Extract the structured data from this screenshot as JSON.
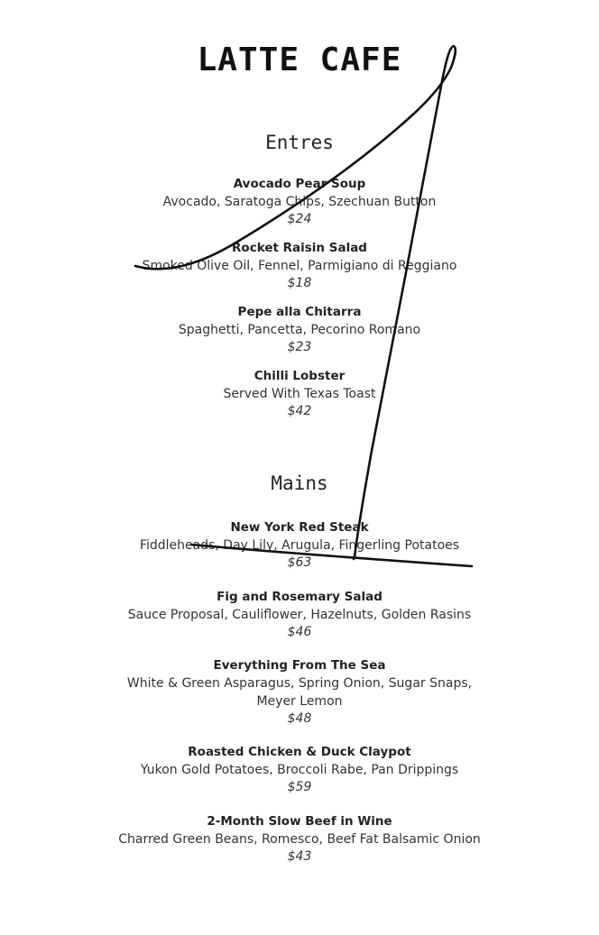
{
  "menu": {
    "title": "LATTE CAFE",
    "sections": [
      {
        "heading": "Entres",
        "items": [
          {
            "name": "Avocado Pear Soup",
            "description": "Avocado, Saratoga Chips, Szechuan Button",
            "price": "$24"
          },
          {
            "name": "Rocket Raisin Salad",
            "description": "Smoked Olive Oil, Fennel, Parmigiano di Reggiano",
            "price": "$18"
          },
          {
            "name": "Pepe alla Chitarra",
            "description": "Spaghetti, Pancetta, Pecorino Romano",
            "price": "$23"
          },
          {
            "name": "Chilli Lobster",
            "description": "Served With Texas Toast",
            "price": "$42"
          }
        ]
      },
      {
        "heading": "Mains",
        "items": [
          {
            "name": "New York Red Steak",
            "description": "Fiddleheads, Day Lily, Arugula, Fingerling Potatoes",
            "price": "$63"
          },
          {
            "name": "Fig and Rosemary Salad",
            "description": "Sauce Proposal, Cauliflower, Hazelnuts, Golden Rasins",
            "price": "$46"
          },
          {
            "name": "Everything From The Sea",
            "description": "White & Green Asparagus, Spring Onion, Sugar Snaps, Meyer Lemon",
            "price": "$48"
          },
          {
            "name": "Roasted Chicken & Duck Claypot",
            "description": "Yukon Gold Potatoes, Broccoli Rabe, Pan Drippings",
            "price": "$59"
          },
          {
            "name": "2-Month Slow Beef in Wine",
            "description": "Charred Green Beans, Romesco, Beef Fat Balsamic Onion",
            "price": "$43"
          }
        ]
      }
    ]
  },
  "annotation": {
    "stroke_color": "#111111"
  }
}
